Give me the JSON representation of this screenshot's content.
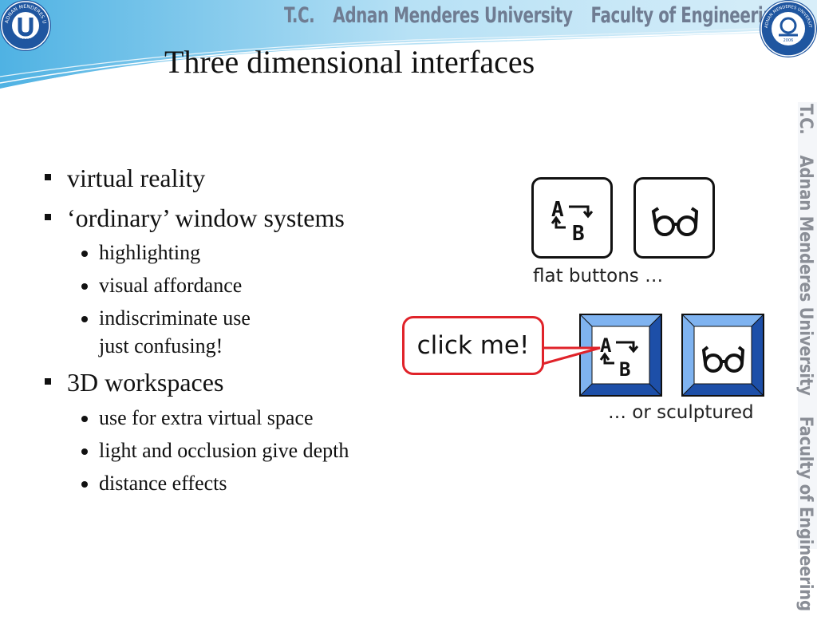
{
  "header": {
    "university_parts": [
      "T.C.",
      "Adnan Menderes University",
      "Faculty of Engineering"
    ],
    "left_logo_text": "ADNAN MENDERES UNIVERSITESI",
    "left_logo_year": "1992",
    "right_logo_text": "ADNAN MENDERES UNIVERSITY ENGINEERING FACULTY",
    "right_logo_year": "2006"
  },
  "slide": {
    "title": "Three dimensional interfaces",
    "bullets": [
      {
        "text": "virtual reality"
      },
      {
        "text": "‘ordinary’ window systems",
        "sub": [
          "highlighting",
          "visual affordance",
          "indiscriminate use",
          "just confusing!"
        ]
      },
      {
        "text": "3D workspaces",
        "sub": [
          "use for extra virtual space",
          "light and occlusion give depth",
          "distance effects"
        ]
      }
    ]
  },
  "figure": {
    "flat_label": "flat buttons …",
    "sculpt_label": "… or sculptured",
    "callout": "click me!",
    "icon_left_glyph_top": "A",
    "icon_left_glyph_bottom": "B",
    "colors": {
      "callout_border": "#e0232a",
      "bevel_light": "#7fb3f0",
      "bevel_dark": "#1d4fa8"
    }
  },
  "side_banner": [
    "T.C.",
    "Adnan Menderes University",
    "Faculty of Engineering"
  ]
}
